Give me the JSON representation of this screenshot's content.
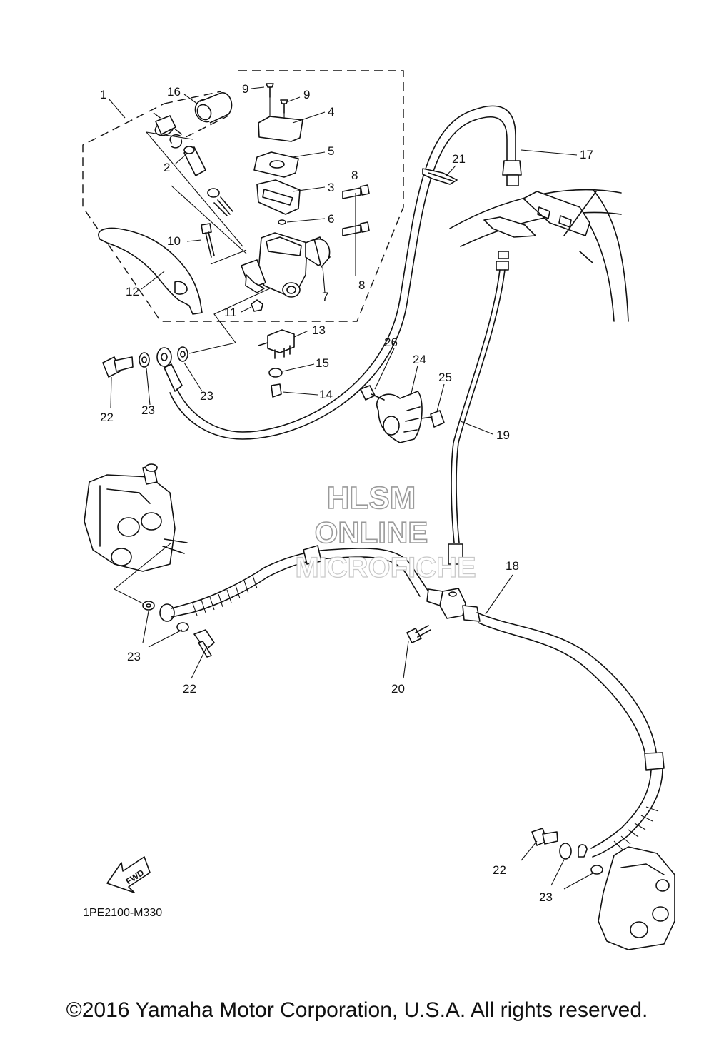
{
  "diagram": {
    "code": "1PE2100-M330",
    "fwd_label": "FWD",
    "copyright": "©2016 Yamaha Motor Corporation, U.S.A. All rights reserved.",
    "watermark": {
      "line1": "HLSM",
      "line2": "ONLINE",
      "line3": "MICROFICHE"
    }
  },
  "callouts": [
    {
      "id": "c1",
      "text": "1"
    },
    {
      "id": "c16",
      "text": "16"
    },
    {
      "id": "c9a",
      "text": "9"
    },
    {
      "id": "c9b",
      "text": "9"
    },
    {
      "id": "c4",
      "text": "4"
    },
    {
      "id": "c5",
      "text": "5"
    },
    {
      "id": "c3",
      "text": "3"
    },
    {
      "id": "c2",
      "text": "2"
    },
    {
      "id": "c6",
      "text": "6"
    },
    {
      "id": "c8a",
      "text": "8"
    },
    {
      "id": "c10",
      "text": "10"
    },
    {
      "id": "c8b",
      "text": "8"
    },
    {
      "id": "c7",
      "text": "7"
    },
    {
      "id": "c12",
      "text": "12"
    },
    {
      "id": "c11",
      "text": "11"
    },
    {
      "id": "c13",
      "text": "13"
    },
    {
      "id": "c15",
      "text": "15"
    },
    {
      "id": "c14",
      "text": "14"
    },
    {
      "id": "c22a",
      "text": "22"
    },
    {
      "id": "c23a",
      "text": "23"
    },
    {
      "id": "c23b",
      "text": "23"
    },
    {
      "id": "c17",
      "text": "17"
    },
    {
      "id": "c21",
      "text": "21"
    },
    {
      "id": "c26",
      "text": "26"
    },
    {
      "id": "c24",
      "text": "24"
    },
    {
      "id": "c25",
      "text": "25"
    },
    {
      "id": "c19",
      "text": "19"
    },
    {
      "id": "c18",
      "text": "18"
    },
    {
      "id": "c23c",
      "text": "23"
    },
    {
      "id": "c22b",
      "text": "22"
    },
    {
      "id": "c20",
      "text": "20"
    },
    {
      "id": "c22c",
      "text": "22"
    },
    {
      "id": "c23d",
      "text": "23"
    }
  ]
}
